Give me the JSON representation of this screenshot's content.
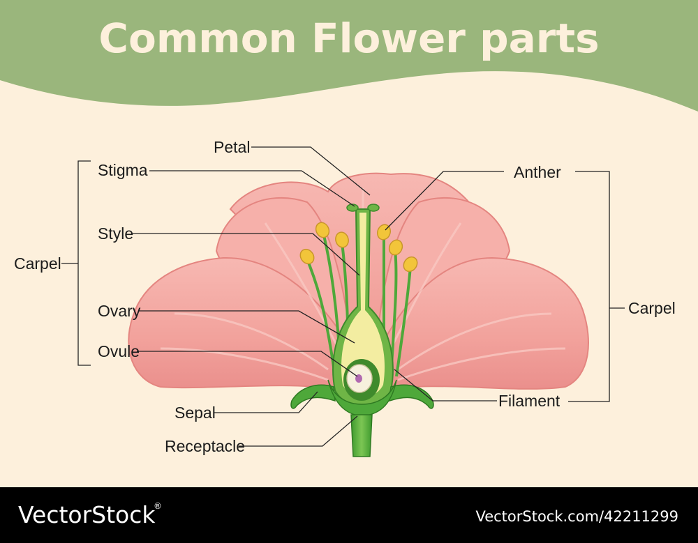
{
  "title": "Common Flower parts",
  "labels": {
    "petal": "Petal",
    "stigma": "Stigma",
    "style": "Style",
    "ovary": "Ovary",
    "ovule": "Ovule",
    "sepal": "Sepal",
    "receptacle": "Receptacle",
    "anther": "Anther",
    "filament": "Filament",
    "carpel_left": "Carpel",
    "carpel_right": "Carpel"
  },
  "footer": {
    "brand": "VectorStock",
    "brand_mark": "®",
    "id": "VectorStock.com/42211299"
  },
  "colors": {
    "header_green": "#9ab67c",
    "background_cream": "#fdf0dc",
    "petal_pink": "#f4a5a0",
    "stem_green": "#4ea83a",
    "anther_yellow": "#f2c53a",
    "footer_black": "#000000"
  }
}
